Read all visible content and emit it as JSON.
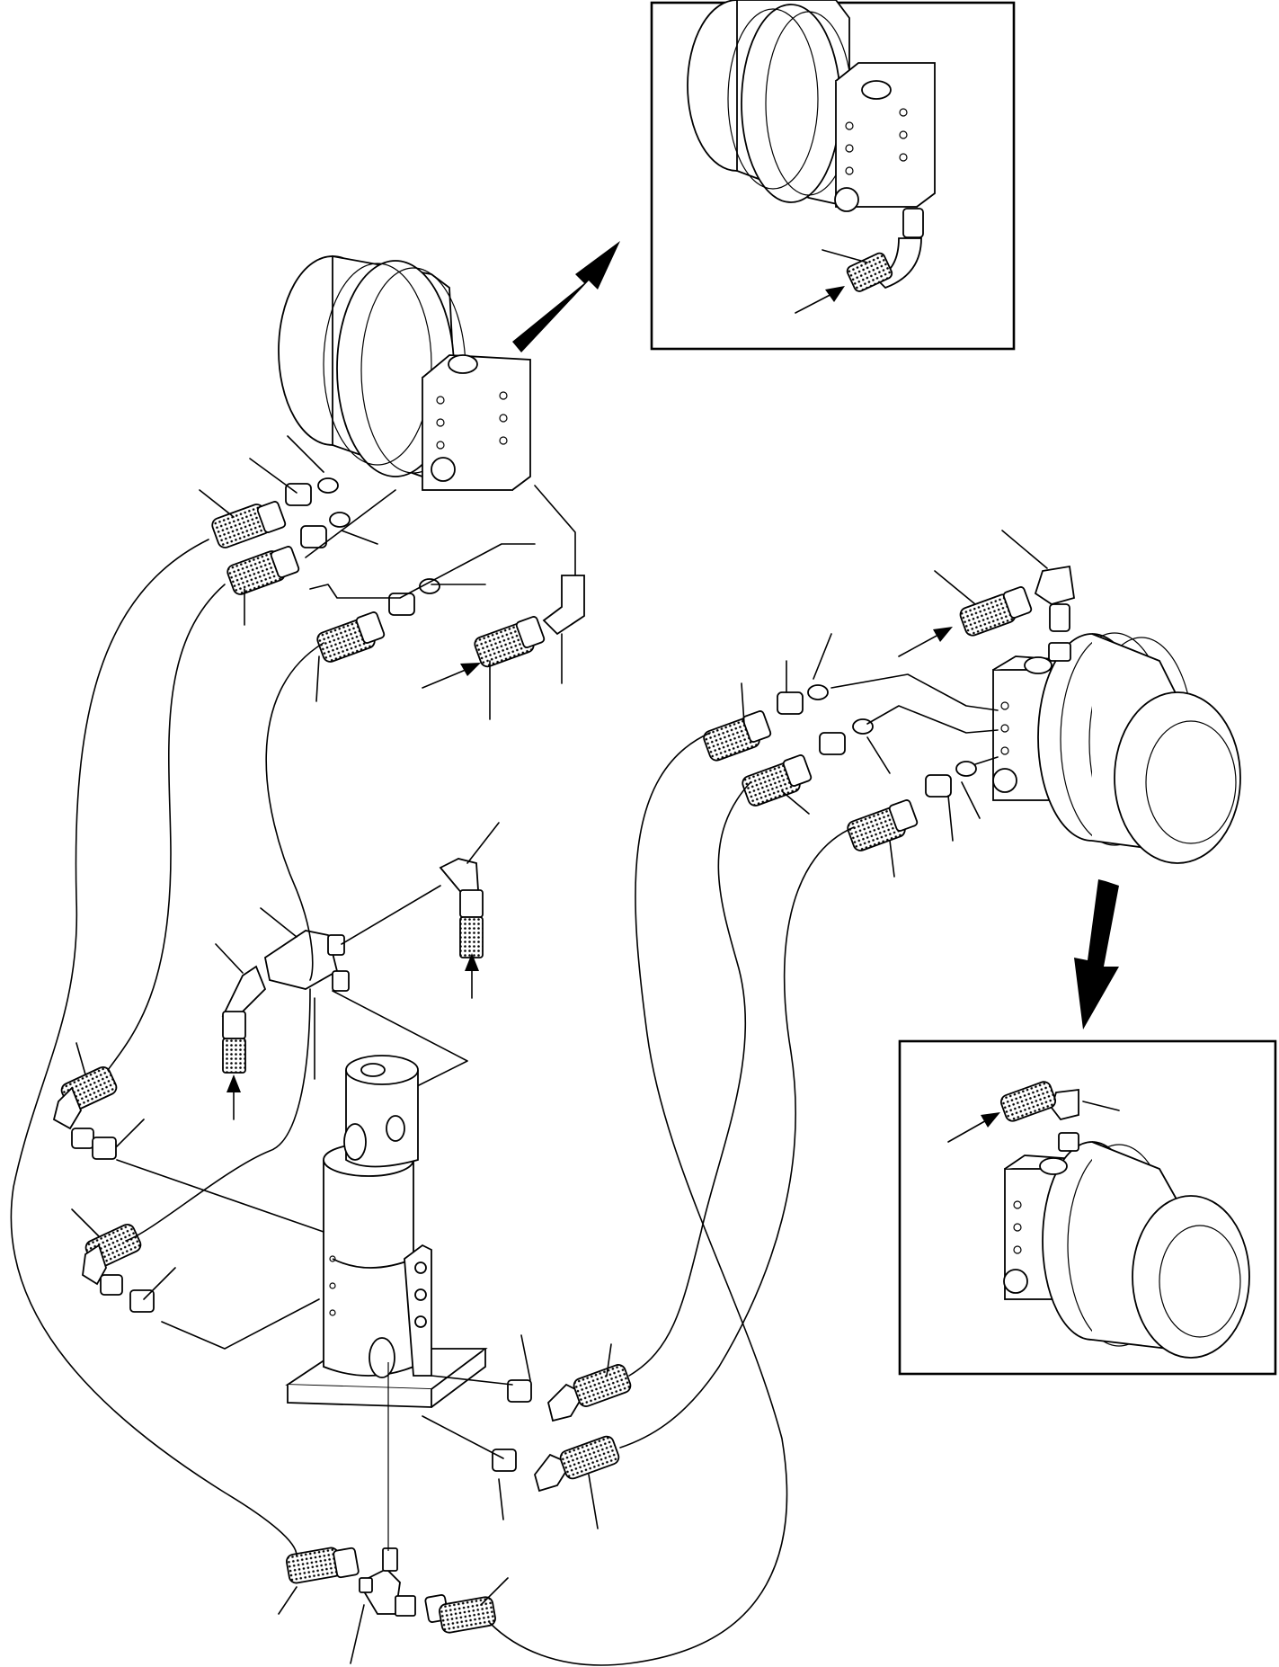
{
  "figure": {
    "motors": [
      {
        "id": "left-travel-motor"
      },
      {
        "id": "right-travel-motor"
      }
    ],
    "detail_insets": [
      {
        "id": "detail-left-motor"
      },
      {
        "id": "detail-right-motor"
      }
    ],
    "central_component": "swivel-joint",
    "colors": {
      "line": "#000000",
      "background": "#ffffff",
      "hose_fill": "#d0d0d0"
    }
  }
}
